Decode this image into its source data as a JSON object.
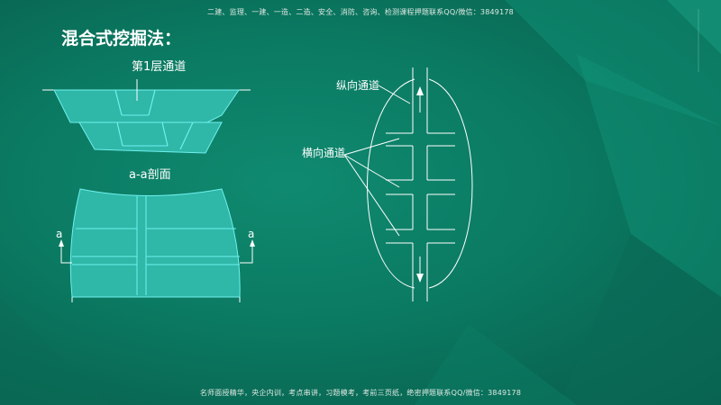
{
  "banner_top": "二建、监理、一建、一造、二造、安全、消防、咨询、检测课程押题联系QQ/微信：3849178",
  "banner_bottom": "名师面授精华，央企内训，考点串讲，习题模考，考前三页纸，绝密押题联系QQ/微信：3849178",
  "title": "混合式挖掘法：",
  "labels": {
    "layer1": "第1层通道",
    "section": "a-a剖面",
    "a_left": "a",
    "a_right": "a",
    "longitudinal": "纵向通道",
    "transverse": "横向通道"
  },
  "colors": {
    "background": "#0b7a62",
    "excavation_fill": "#2fb7a8",
    "edge": "#6ff0ee",
    "line": "#ffffff"
  }
}
